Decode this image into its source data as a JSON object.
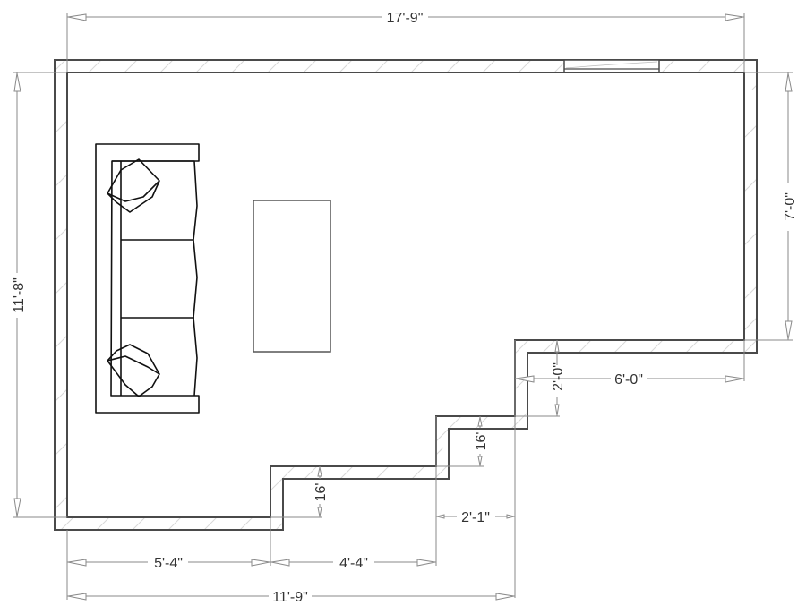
{
  "drawing": {
    "type": "floor plan",
    "room_shape": "L-shaped stepped living room",
    "dimensions": {
      "overall_width": "17'-9\"",
      "overall_height": "11'-8\"",
      "right_wall_height": "7'-0\"",
      "step_top_depth": "2'-0\"",
      "step_top_width": "6'-0\"",
      "step_middle_depth": "16'",
      "step_lower_depth": "16'",
      "step_middle_width": "2'-1\"",
      "bottom_left_segment": "5'-4\"",
      "bottom_middle_segment": "4'-4\"",
      "bottom_total": "11'-9\""
    },
    "elements": [
      {
        "name": "sofa",
        "description": "three-seat sofa with two pillows"
      },
      {
        "name": "coffee-table",
        "description": "rectangular coffee table"
      },
      {
        "name": "window",
        "description": "window in top wall"
      }
    ],
    "colors": {
      "wall": "#4a4a4a",
      "dimension": "#8a8a8a",
      "furniture": "#111111",
      "background": "#ffffff"
    }
  }
}
